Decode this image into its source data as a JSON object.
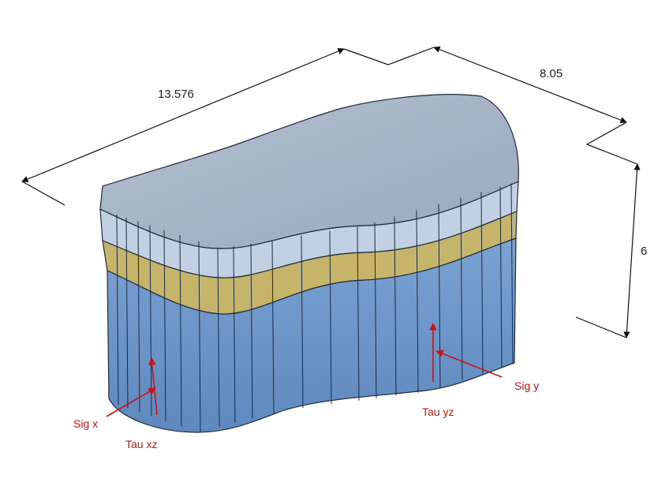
{
  "dimensions": {
    "length": "13.576",
    "width": "8.05",
    "height": "6"
  },
  "stress_labels": {
    "sig_x": "Sig x",
    "tau_xz": "Tau xz",
    "sig_y": "Sig y",
    "tau_yz": "Tau yz"
  },
  "colors": {
    "top_face": "#a7b5c9",
    "upper_layer": "#c3d0e3",
    "middle_layer": "#c6b46a",
    "lower_layer": "#6f98cb",
    "edge_lines": "#1e2a3a",
    "dimension_lines": "#111111",
    "stress_arrows": "#cc1111"
  }
}
